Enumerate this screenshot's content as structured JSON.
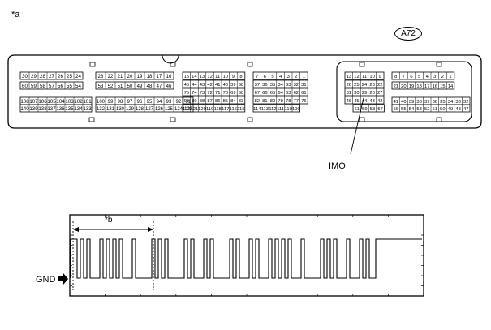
{
  "labels": {
    "figure_tag": "*a",
    "connector_id": "A72",
    "pin_callout": "IMO",
    "ground_label": "GND",
    "period_tag": "*b"
  },
  "connector": {
    "block1": {
      "row1": [
        "30",
        "29",
        "28",
        "27",
        "26",
        "25",
        "24"
      ],
      "row2": [
        "60",
        "59",
        "58",
        "57",
        "56",
        "55",
        "54"
      ],
      "row3": [
        "108",
        "107",
        "106",
        "105",
        "104",
        "103",
        "102",
        "101"
      ],
      "row4": [
        "140",
        "139",
        "138",
        "137",
        "136",
        "135",
        "134",
        "133"
      ]
    },
    "block2": {
      "row1": [
        "23",
        "22",
        "21",
        "20",
        "19",
        "18",
        "17",
        "16"
      ],
      "row2": [
        "53",
        "52",
        "51",
        "50",
        "49",
        "48",
        "47",
        "46"
      ],
      "row3": [
        "100",
        "99",
        "98",
        "97",
        "96",
        "95",
        "94",
        "93",
        "92",
        "91"
      ],
      "row4": [
        "132",
        "131",
        "130",
        "129",
        "128",
        "127",
        "126",
        "125",
        "124",
        "123"
      ]
    },
    "block3": {
      "row1": [
        "15",
        "14",
        "13",
        "12",
        "11",
        "10",
        "9",
        "8"
      ],
      "row2": [
        "45",
        "44",
        "43",
        "42",
        "41",
        "40",
        "39",
        "38"
      ],
      "row3": [
        "75",
        "74",
        "73",
        "72",
        "71",
        "70",
        "69",
        "68"
      ],
      "row4": [
        "90",
        "89",
        "88",
        "87",
        "86",
        "85",
        "84",
        "83"
      ],
      "row5": [
        "122",
        "121",
        "120",
        "119",
        "118",
        "117",
        "116",
        "115"
      ]
    },
    "block4": {
      "row1": [
        "7",
        "6",
        "5",
        "4",
        "3",
        "2",
        "1"
      ],
      "row2": [
        "37",
        "36",
        "35",
        "34",
        "33",
        "32",
        "31"
      ],
      "row3": [
        "67",
        "66",
        "65",
        "64",
        "63",
        "62",
        "61"
      ],
      "row4": [
        "82",
        "81",
        "80",
        "79",
        "78",
        "77",
        "76"
      ],
      "row5": [
        "114",
        "113",
        "112",
        "111",
        "110",
        "109"
      ]
    },
    "block5": {
      "row1": [
        "13",
        "12",
        "11",
        "10",
        "9"
      ],
      "row2": [
        "26",
        "25",
        "24",
        "23",
        "22"
      ],
      "row3": [
        "31",
        "30",
        "29",
        "28",
        "27"
      ],
      "row4": [
        "46",
        "45",
        "44",
        "43",
        "42"
      ],
      "row5": [
        "61",
        "59",
        "58",
        "57"
      ]
    },
    "block6": {
      "row1": [
        "8",
        "7",
        "6",
        "5",
        "4",
        "3",
        "2",
        "1"
      ],
      "row2": [
        "21",
        "20",
        "19",
        "18",
        "17",
        "16",
        "15",
        "14"
      ],
      "row3": [
        "41",
        "40",
        "39",
        "38",
        "37",
        "36",
        "35",
        "34",
        "33",
        "32"
      ],
      "row4": [
        "56",
        "55",
        "54",
        "53",
        "52",
        "51",
        "50",
        "49",
        "48",
        "47"
      ]
    }
  },
  "waveform": {
    "symbols": [
      "H",
      "P",
      "P",
      "L",
      "P",
      "P",
      "P",
      "P",
      "L",
      "P",
      "L",
      "L",
      "P",
      "P",
      "P",
      "L",
      "L",
      "P",
      "P",
      "L",
      "P",
      "P",
      "L",
      "L",
      "P",
      "P",
      "L",
      "P",
      "P",
      "L",
      "P",
      "P",
      "P",
      "P",
      "L",
      "P",
      "L",
      "L",
      "P",
      "P",
      "P",
      "L",
      "P",
      "L",
      "P",
      "P",
      "L",
      "H",
      "H",
      "H",
      "H",
      "H",
      "H",
      "H"
    ]
  }
}
